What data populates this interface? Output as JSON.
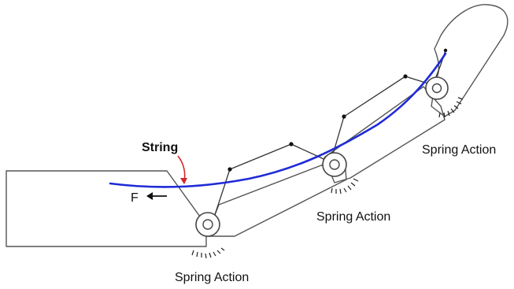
{
  "labels": {
    "string": "String",
    "force": "F",
    "spring_1": "Spring Action",
    "spring_2": "Spring Action",
    "spring_3": "Spring Action"
  },
  "colors": {
    "string": "#1f2bd6",
    "string_pointer": "#d3262b",
    "outline": "#555555"
  }
}
